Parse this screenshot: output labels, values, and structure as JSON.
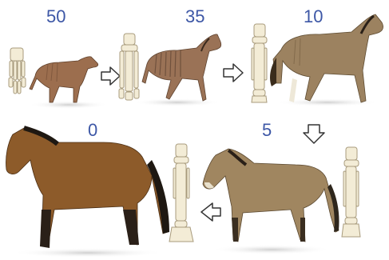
{
  "stages": [
    {
      "label": "50",
      "stage": "early-ancestor"
    },
    {
      "label": "35",
      "stage": "striped-ancestor"
    },
    {
      "label": "10",
      "stage": "three-toed-horse"
    },
    {
      "label": "5",
      "stage": "early-one-toed-horse"
    },
    {
      "label": "0",
      "stage": "modern-horse"
    }
  ],
  "colors": {
    "label": "#3d57a6",
    "bone_fill": "#f3ecd6",
    "bone_stroke": "#a89b7d",
    "arrow_stroke": "#333333",
    "shadow": "#dcdcdc",
    "coat_early": "#9c6e4e",
    "coat_striped": "#9a7256",
    "coat_three_toed": "#9c8260",
    "coat_dun": "#a08660",
    "coat_bay": "#8d5b2a",
    "mane_dark": "#2a2018"
  },
  "icons": [
    "foot-bone-icon",
    "arrow-right-icon",
    "arrow-down-icon",
    "arrow-left-icon"
  ]
}
